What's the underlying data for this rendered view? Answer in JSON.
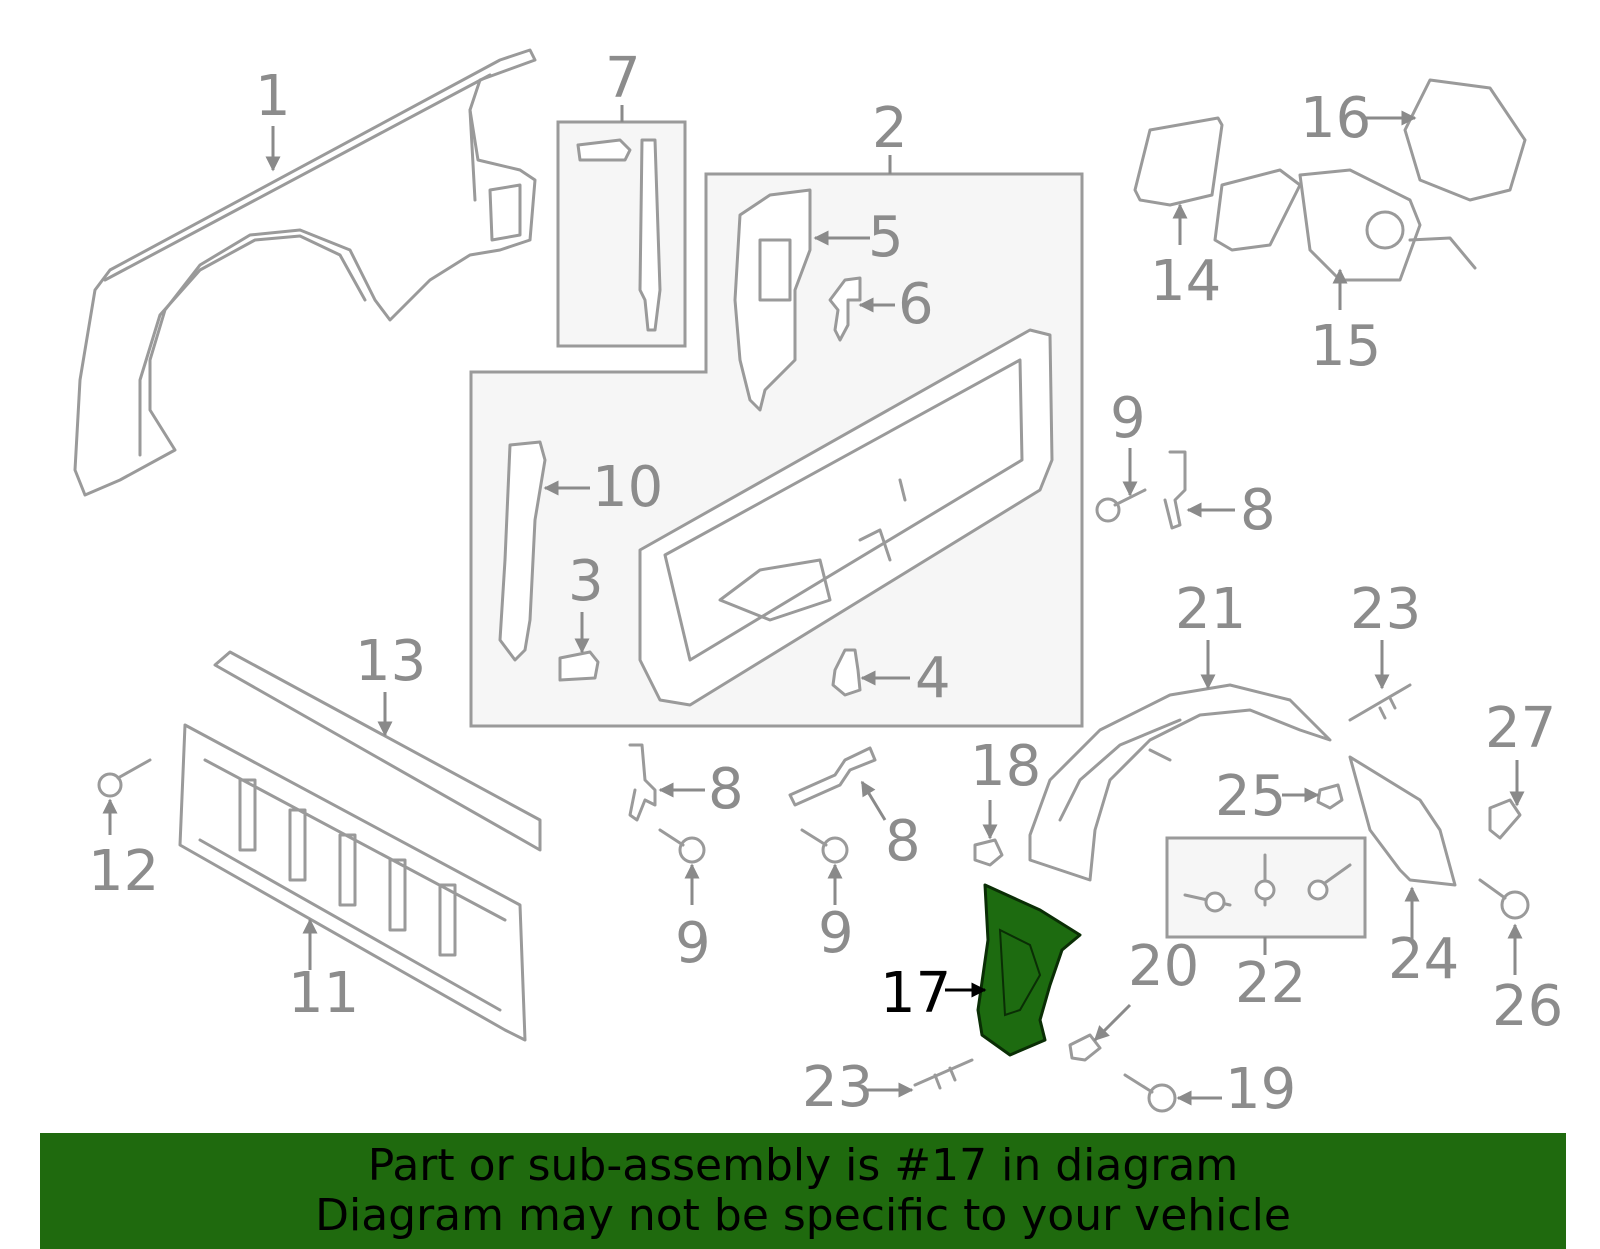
{
  "diagram": {
    "highlight_color": "#1d6b10",
    "line_color": "#9a9a9a",
    "callouts": {
      "c1": "1",
      "c2": "2",
      "c3": "3",
      "c4": "4",
      "c5": "5",
      "c6": "6",
      "c7": "7",
      "c8a": "8",
      "c8b": "8",
      "c8c": "8",
      "c9a": "9",
      "c9b": "9",
      "c9c": "9",
      "c10": "10",
      "c11": "11",
      "c12": "12",
      "c13": "13",
      "c14": "14",
      "c15": "15",
      "c16": "16",
      "c17": "17",
      "c18": "18",
      "c19": "19",
      "c20": "20",
      "c21": "21",
      "c22": "22",
      "c23a": "23",
      "c23b": "23",
      "c24": "24",
      "c25": "25",
      "c26": "26",
      "c27": "27"
    }
  },
  "banner": {
    "line1": "Part or sub-assembly is #17 in diagram",
    "line2": "Diagram may not be specific to your vehicle",
    "background": "#1f6a0e"
  }
}
